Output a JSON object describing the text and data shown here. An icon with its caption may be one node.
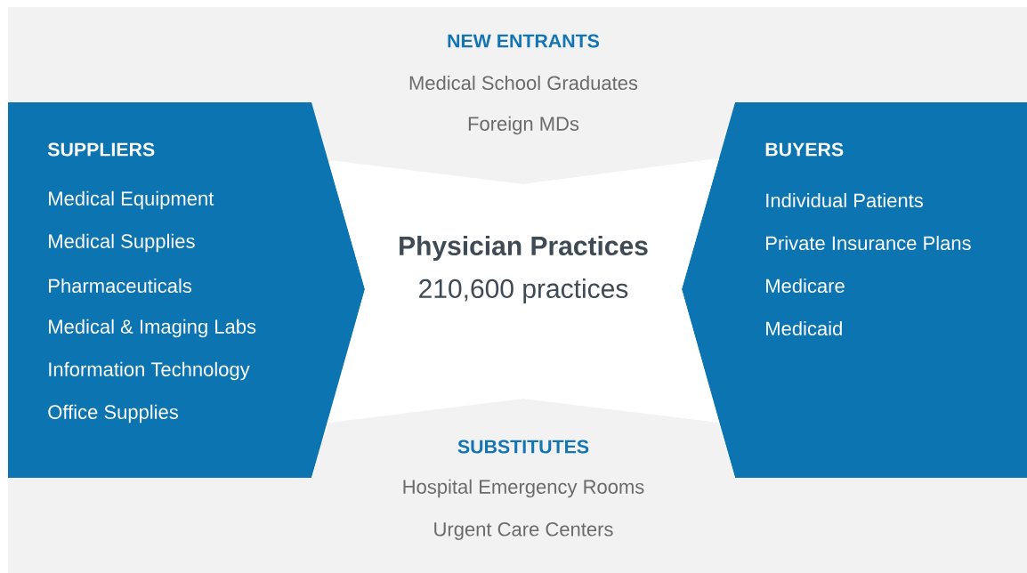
{
  "diagram": {
    "nodes": [
      {
        "text": [
          "NEW ENTRANTS",
          "Medical School Graduates",
          "Foreign MDs"
        ]
      },
      {
        "text": [
          "SUPPLIERS",
          "Medical Equipment",
          "Medical Supplies",
          "Pharmaceuticals",
          "Medical & Imaging Labs",
          "Information Technology",
          "Office Supplies"
        ]
      },
      {
        "text": [
          "Physician Practices",
          "210,600 practices"
        ]
      },
      {
        "text": [
          "BUYERS",
          "Individual Patients",
          "Private Insurance Plans",
          "Medicare",
          "Medicaid"
        ]
      },
      {
        "text": [
          "SUBSTITUTES",
          "Hospital Emergency Rooms",
          "Urgent Care Centers"
        ]
      }
    ]
  }
}
